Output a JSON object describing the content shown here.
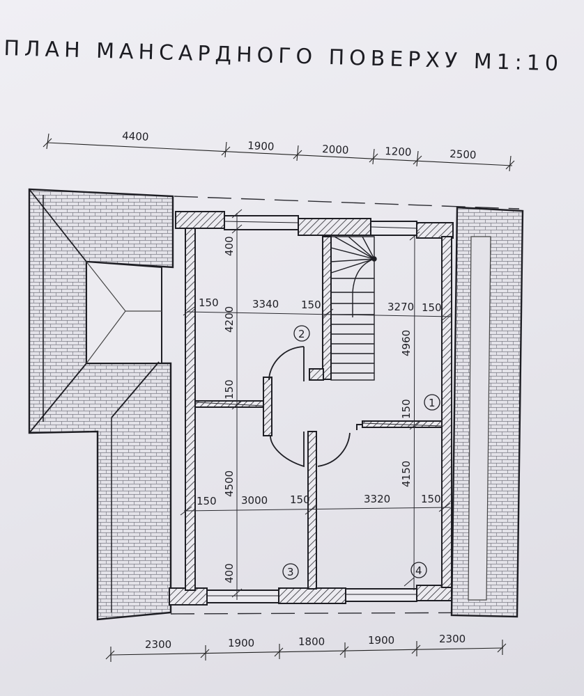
{
  "title": "ПЛАН МАНСАРДНОГО ПОВЕРХУ   М1:10",
  "top_dimensions": [
    "4400",
    "1900",
    "2000",
    "1200",
    "2500"
  ],
  "bottom_dimensions": [
    "2300",
    "1900",
    "1800",
    "1900",
    "2300"
  ],
  "interior_dimensions": {
    "wall_left_upper": "150",
    "room2_width": "3340",
    "wall_mid_upper": "150",
    "stair_width": "3270",
    "wall_right_upper": "150",
    "window_top": "400",
    "room2_height": "4200",
    "partition_left": "150",
    "room1_height": "4960",
    "partition_right": "150",
    "room3_height": "4500",
    "room4_height": "4150",
    "wall_left_lower": "150",
    "room3_width": "3000",
    "wall_mid_lower": "150",
    "room4_width": "3320",
    "wall_right_lower": "150",
    "window_bottom": "400"
  },
  "room_markers": [
    "1",
    "2",
    "3",
    "4"
  ]
}
